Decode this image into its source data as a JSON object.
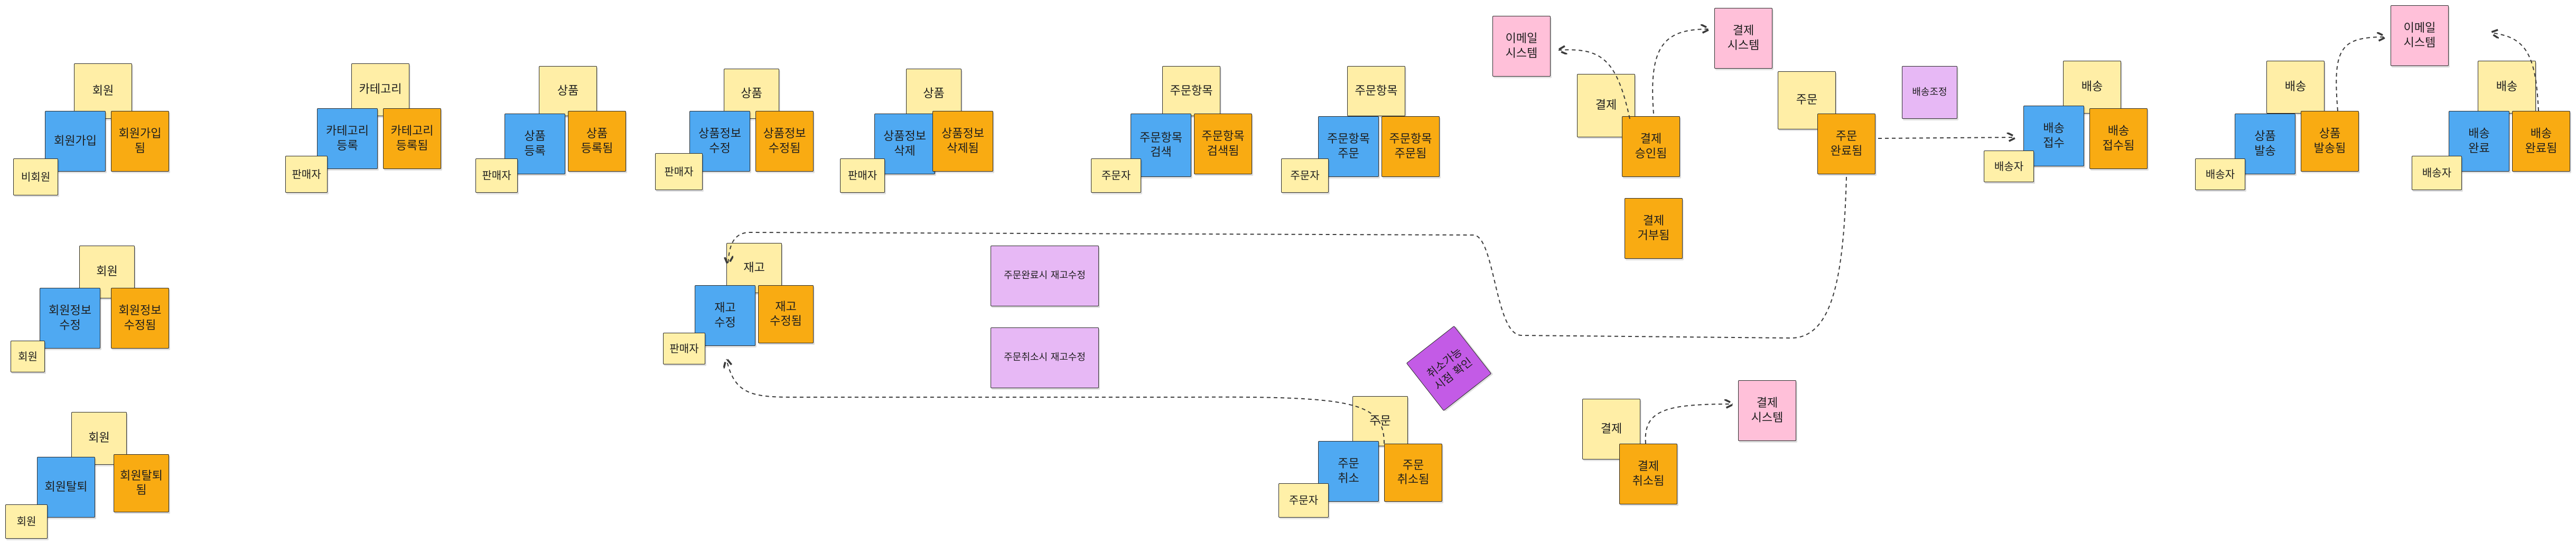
{
  "groups": {
    "signup": {
      "aggregate": "회원",
      "command": "회원가입",
      "event": "회원가입\n됨",
      "actor": "비회원"
    },
    "member_update": {
      "aggregate": "회원",
      "command": "회원정보\n수정",
      "event": "회원정보\n수정됨",
      "actor": "회원"
    },
    "withdraw": {
      "aggregate": "회원",
      "command": "회원탈퇴",
      "event": "회원탈퇴\n됨",
      "actor": "회원"
    },
    "category": {
      "aggregate": "카테고리",
      "command": "카테고리\n등록",
      "event": "카테고리\n등록됨",
      "actor": "판매자"
    },
    "product_register": {
      "aggregate": "상품",
      "command": "상품\n등록",
      "event": "상품\n등록됨",
      "actor": "판매자"
    },
    "product_update": {
      "aggregate": "상품",
      "command": "상품정보\n수정",
      "event": "상품정보\n수정됨",
      "actor": "판매자"
    },
    "product_delete": {
      "aggregate": "상품",
      "command": "상품정보\n삭제",
      "event": "상품정보\n삭제됨",
      "actor": "판매자"
    },
    "stock": {
      "aggregate": "재고",
      "command": "재고\n수정",
      "event": "재고\n수정됨",
      "actor": "판매자"
    },
    "order_search": {
      "aggregate": "주문항목",
      "command": "주문항목\n검색",
      "event": "주문항목\n검색됨",
      "actor": "주문자"
    },
    "order_item": {
      "aggregate": "주문항목",
      "command": "주문항목\n주문",
      "event": "주문항목\n주문됨",
      "actor": "주문자"
    },
    "order_cancel": {
      "aggregate": "주문",
      "command": "주문\n취소",
      "event": "주문\n취소됨",
      "actor": "주문자"
    },
    "payment": {
      "aggregate": "결제",
      "event": "결제\n승인됨",
      "event2": "결제\n거부됨",
      "external_left": "이메일\n시스템",
      "external_right": "결제\n시스템"
    },
    "payment_cancel": {
      "aggregate": "결제",
      "event": "결제\n취소됨",
      "external": "결제\n시스템"
    },
    "order_complete": {
      "aggregate": "주문",
      "event": "주문\n완료됨"
    },
    "delivery_receive": {
      "aggregate": "배송",
      "command": "배송\n접수",
      "event": "배송\n접수됨",
      "actor": "배송자"
    },
    "delivery_ship": {
      "aggregate": "배송",
      "command": "상품\n발송",
      "event": "상품\n발송됨",
      "actor": "배송자",
      "external": "이메일\n시스템"
    },
    "delivery_done": {
      "aggregate": "배송",
      "command": "배송\n완료",
      "event": "배송\n완료됨",
      "actor": "배송자",
      "external": "이메일\n시스템"
    }
  },
  "policies": {
    "delivery_policy": "배송조정",
    "stock_on_order": "주문완료시 재고수정",
    "stock_on_cancel": "주문취소시 재고수정",
    "cancel_check": "취소가능\n시점 확인"
  },
  "colors": {
    "aggregate": "#ffeea6",
    "command": "#4fa9f2",
    "event": "#f9ab12",
    "actor": "#fff0a8",
    "external": "#ffc0d9",
    "policy": "#e7b8f5",
    "policy_strong": "#c35be6"
  }
}
